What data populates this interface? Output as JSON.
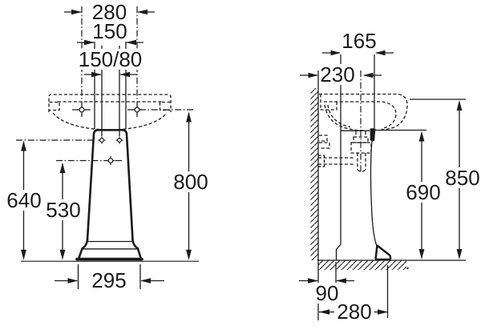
{
  "front_view": {
    "d280": "280",
    "d150": "150",
    "d150_80": "150/80",
    "d640": "640",
    "d530": "530",
    "d800": "800",
    "d295": "295"
  },
  "side_view": {
    "d165": "165",
    "d230": "230",
    "d690": "690",
    "d850": "850",
    "d90": "90",
    "d280": "280"
  }
}
